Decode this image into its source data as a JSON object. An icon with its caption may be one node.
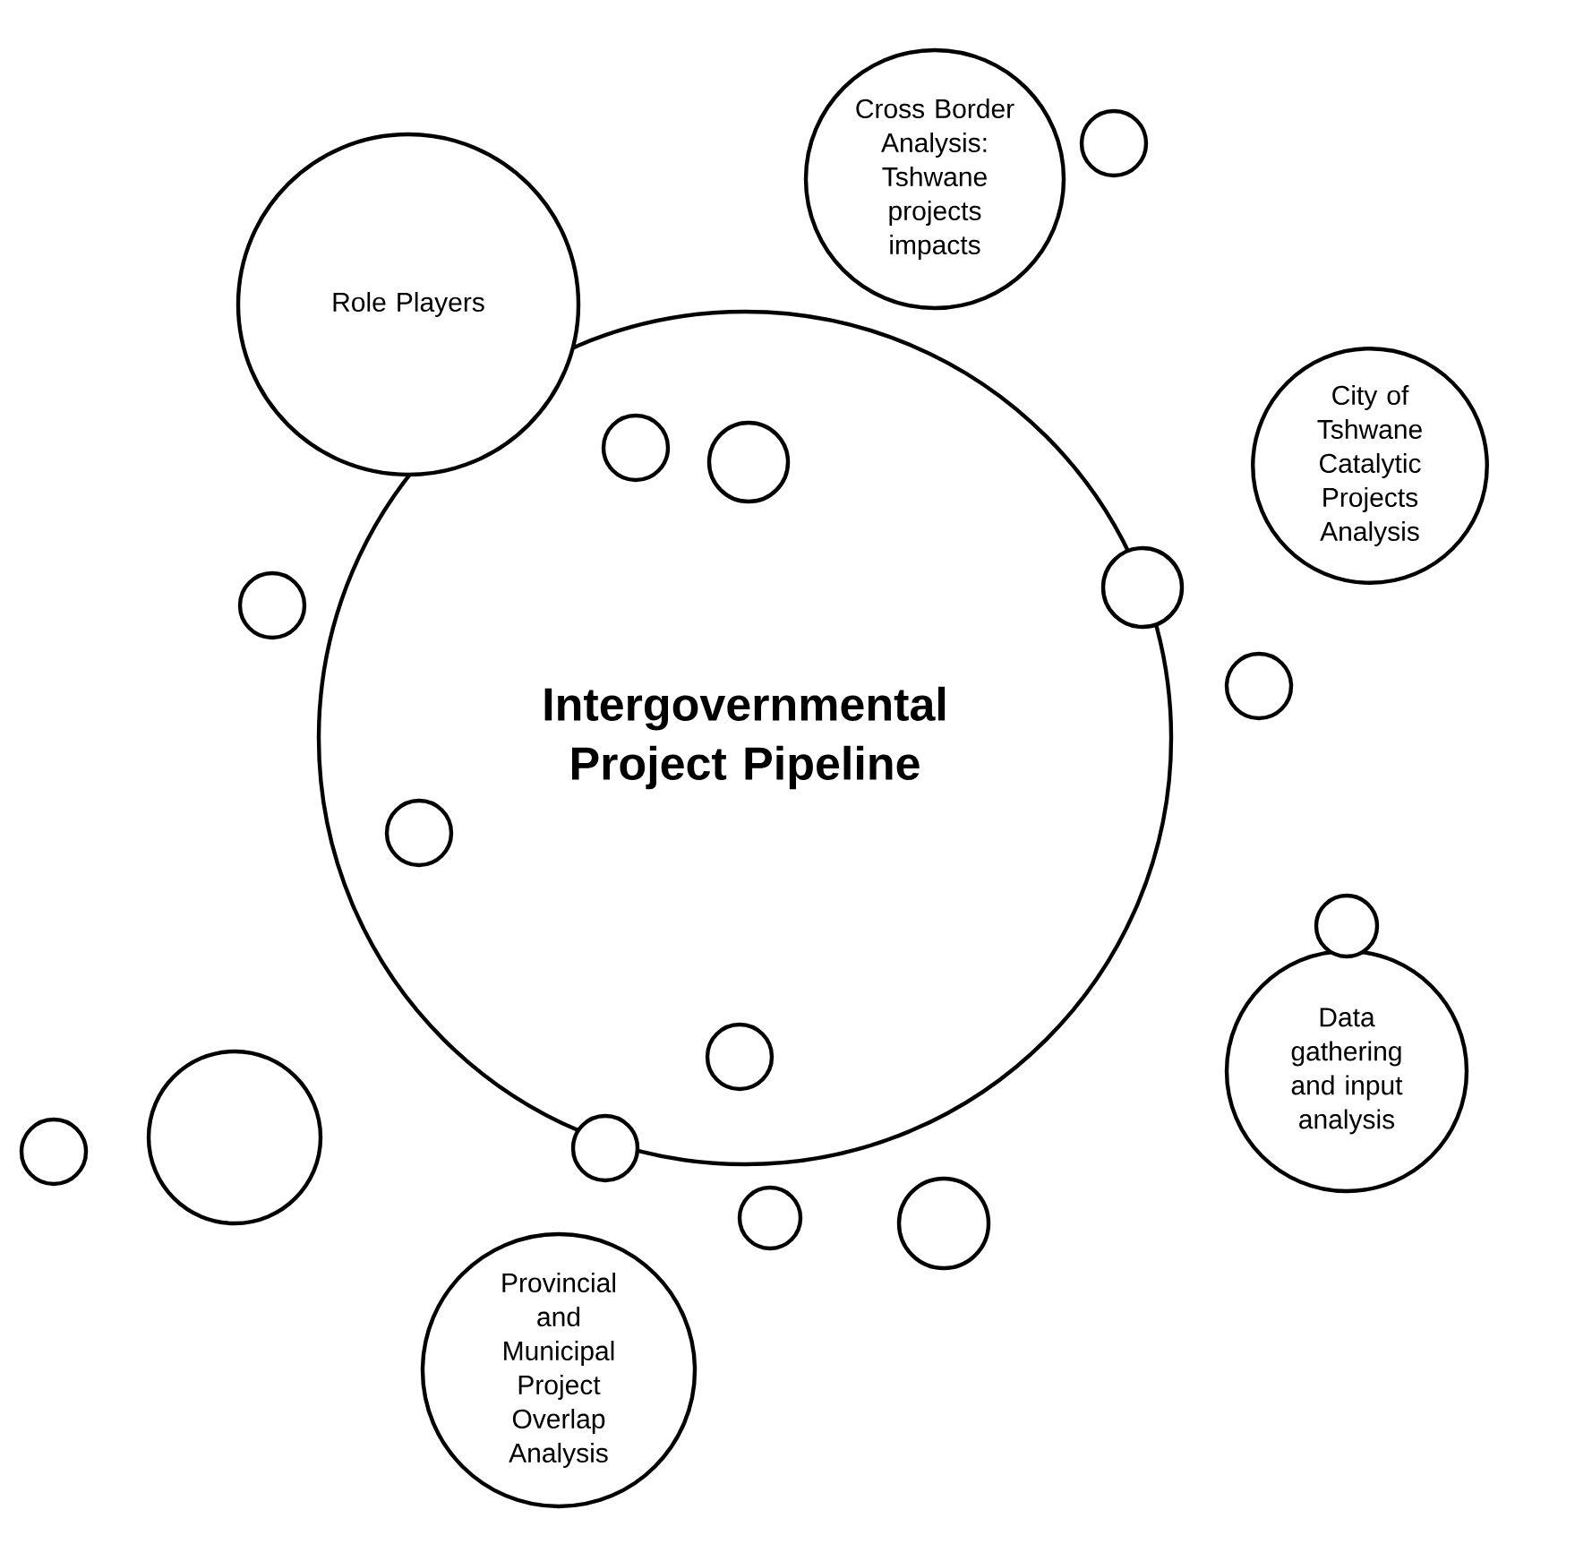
{
  "diagram": {
    "nodes": [
      {
        "text": [
          "Intergovernmental Project Pipeline"
        ]
      },
      {
        "text": [
          "Cross Border Analysis: Tshwane projects impacts"
        ]
      },
      {
        "text": [
          "Role Players"
        ]
      },
      {
        "text": [
          "City of Tshwane Catalytic Projects Analysis"
        ]
      },
      {
        "text": [
          "Data gathering and input analysis"
        ]
      },
      {
        "text": [
          "Provincial and Municipal Project Overlap Analysis"
        ]
      },
      {
        "text": [],
        "shape": "circle"
      },
      {
        "text": [],
        "shape": "circle",
        "in": 0
      },
      {
        "text": [],
        "shape": "circle",
        "in": 0
      },
      {
        "text": [],
        "shape": "circle"
      },
      {
        "text": [],
        "shape": "circle"
      },
      {
        "text": [],
        "shape": "circle"
      },
      {
        "text": [],
        "shape": "circle",
        "in": 0
      },
      {
        "text": [],
        "shape": "circle"
      },
      {
        "text": [],
        "shape": "circle",
        "in": 0
      },
      {
        "text": [],
        "shape": "circle"
      },
      {
        "text": [],
        "shape": "circle"
      },
      {
        "text": [],
        "shape": "circle"
      },
      {
        "text": [],
        "shape": "circle"
      },
      {
        "text": [],
        "shape": "circle"
      }
    ]
  }
}
